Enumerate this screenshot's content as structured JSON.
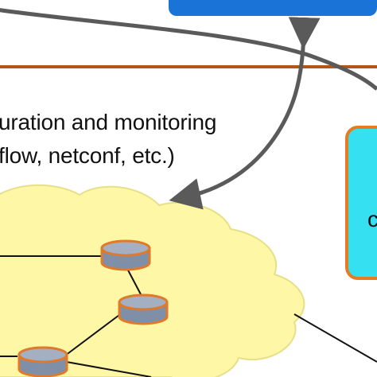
{
  "labels": {
    "line1": "uration and monitoring",
    "line2": "flow, netconf, etc.)",
    "partial_glyph": "c"
  },
  "colors": {
    "top_box": "#1a73d6",
    "separator": "#b5541a",
    "right_box": "#35e0f0",
    "right_box_border": "#e57b22",
    "cloud_fill": "#fdf7a6",
    "cloud_stroke": "#e6e08a",
    "node_body": "#7f8fa8",
    "node_top": "#a4b0c2",
    "node_border": "#e07a2a",
    "arrow": "#5a5a5a",
    "link": "#111111"
  }
}
